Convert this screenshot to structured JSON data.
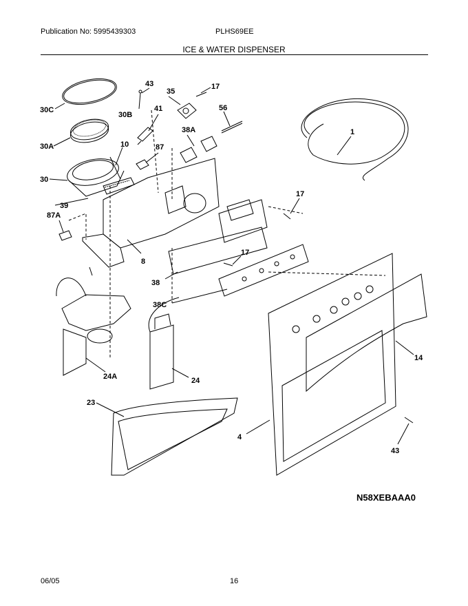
{
  "header": {
    "publication": "Publication No: 5995439303",
    "model": "PLHS69EE",
    "section_title": "ICE & WATER DISPENSER"
  },
  "callouts": {
    "c30C": "30C",
    "c30B": "30B",
    "c30A": "30A",
    "c30": "30",
    "c39": "39",
    "c10": "10",
    "c43a": "43",
    "c41": "41",
    "c87": "87",
    "c35": "35",
    "c17a": "17",
    "c56": "56",
    "c38A": "38A",
    "c1": "1",
    "c17b": "17",
    "c87A": "87A",
    "c8": "8",
    "c17c": "17",
    "c38": "38",
    "c38C": "38C",
    "c24A": "24A",
    "c24": "24",
    "c14": "14",
    "c23": "23",
    "c4": "4",
    "c43b": "43"
  },
  "diagram_code": "N58XEBAAA0",
  "footer": {
    "date": "06/05",
    "page": "16"
  }
}
